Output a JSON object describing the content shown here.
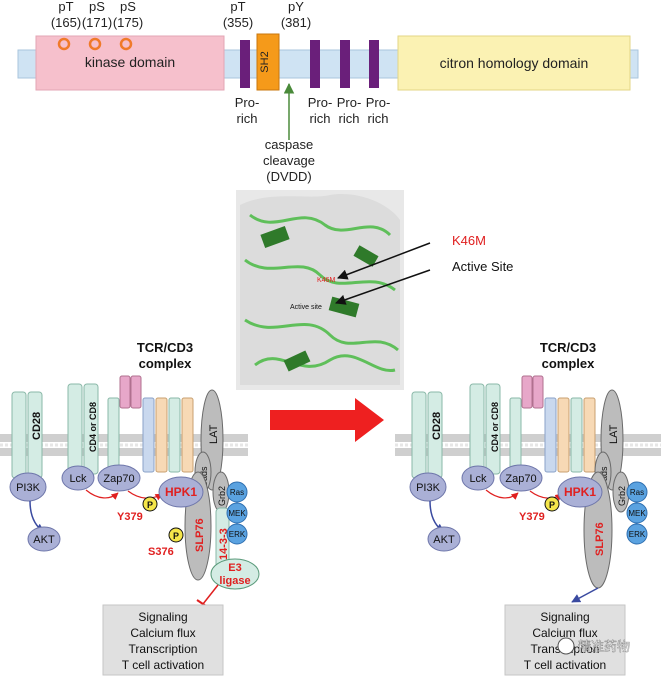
{
  "domain_bar": {
    "sites": [
      {
        "label": "pT",
        "num": "(165)"
      },
      {
        "label": "pS",
        "num": "(171)"
      },
      {
        "label": "pS",
        "num": "(175)"
      },
      {
        "label": "pT",
        "num": "(355)"
      },
      {
        "label": "pY",
        "num": "(381)"
      }
    ],
    "kinase_domain": "kinase domain",
    "sh2": "SH2",
    "citron": "citron homology domain",
    "prorich": [
      {
        "l1": "Pro-",
        "l2": "rich"
      },
      {
        "l1": "Pro-",
        "l2": "rich"
      },
      {
        "l1": "Pro-",
        "l2": "rich"
      },
      {
        "l1": "Pro-",
        "l2": "rich"
      }
    ],
    "caspase": [
      "caspase",
      "cleavage",
      "(DVDD)"
    ]
  },
  "structure": {
    "k46m_small": "K46M",
    "active_small": "Active site",
    "k46m_callout": "K46M",
    "active_callout": "Active Site"
  },
  "left_panel": {
    "tcr": [
      "TCR/CD3",
      "complex"
    ],
    "cd28": "CD28",
    "cd4cd8": "CD4 or CD8",
    "lat": "LAT",
    "gads": "Gads",
    "grb2": "Grb2",
    "pi3k": "PI3K",
    "lck": "Lck",
    "zap70": "Zap70",
    "hpk1": "HPK1",
    "p": "P",
    "y379": "Y379",
    "s376": "S376",
    "slp76": "SLP76",
    "ras": "Ras",
    "mek": "MEK",
    "erk": "ERK",
    "akt": "AKT",
    "e3": [
      "E3",
      "ligase"
    ],
    "fourteen33": "14-3-3",
    "signaling": [
      "Signaling",
      "Calcium flux",
      "Transcription",
      "T cell activation"
    ]
  },
  "right_panel": {
    "tcr": [
      "TCR/CD3",
      "complex"
    ],
    "cd28": "CD28",
    "cd4cd8": "CD4 or CD8",
    "lat": "LAT",
    "gads": "Gads",
    "grb2": "Grb2",
    "pi3k": "PI3K",
    "lck": "Lck",
    "zap70": "Zap70",
    "hpk1": "HPK1",
    "p": "P",
    "y379": "Y379",
    "slp76": "SLP76",
    "ras": "Ras",
    "mek": "MEK",
    "erk": "ERK",
    "akt": "AKT",
    "signaling": [
      "Signaling",
      "Calcium flux",
      "Transcription",
      "T cell activation"
    ]
  },
  "watermark": "精准药物",
  "colors": {
    "red": "#e02020",
    "kinase": "#f6c0cc",
    "bar": "#cfe3f3",
    "sh2": "#f59a1a",
    "citron": "#fbf2b3",
    "prorich": "#6a1f7a",
    "node": "#aab0d6",
    "ras": "#5aa2e0",
    "membrane": "#bdbdbd"
  }
}
